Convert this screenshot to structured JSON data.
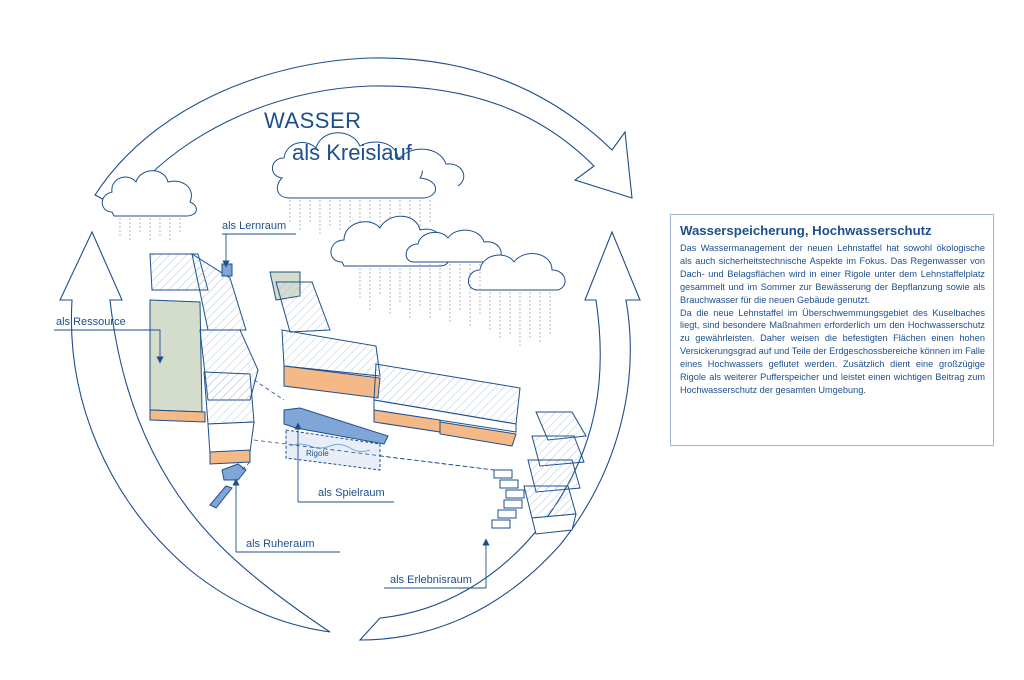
{
  "diagram": {
    "title": "WASSER",
    "subtitle": "als Kreislauf",
    "labels": {
      "lernraum": "als Lernraum",
      "ressource": "als Ressource",
      "spielraum": "als Spielraum",
      "ruheraum": "als Ruheraum",
      "erlebnisraum": "als Erlebnisraum",
      "rigole": "Rigole"
    }
  },
  "textbox": {
    "heading": "Wasserspeicherung, Hochwasserschutz",
    "paragraph1": "Das Wassermanagement der neuen Lehnstaffel hat sowohl ökologische als auch sicherheitstechnische Aspekte im Fokus. Das Regenwasser von Dach- und Belagsflächen wird in einer Rigole unter dem Lehnstaffelplatz gesammelt und im Sommer zur Bewässerung der Bepflanzung sowie als Brauchwasser für die neuen Gebäude genutzt.",
    "paragraph2": "Da die neue Lehnstaffel im Überschwemmungsgebiet des Kuselbaches liegt, sind besondere Maßnahmen erforderlich um den Hochwasserschutz zu gewährleisten. Daher weisen die befestigten Flächen einen hohen Versickerungsgrad auf und Teile der Erdgeschossbereiche können im Falle eines Hochwassers geflutet werden. Zusätzlich dient eine großzügige Rigole als weiterer Pufferspeicher und leistet einen wichtigen Beitrag zum Hochwasserschutz der gesamten Umgebung."
  },
  "colors": {
    "line": "#1d4f8c",
    "water": "#7fa6d6",
    "orange": "#f5b887",
    "green": "#d4dccb"
  }
}
